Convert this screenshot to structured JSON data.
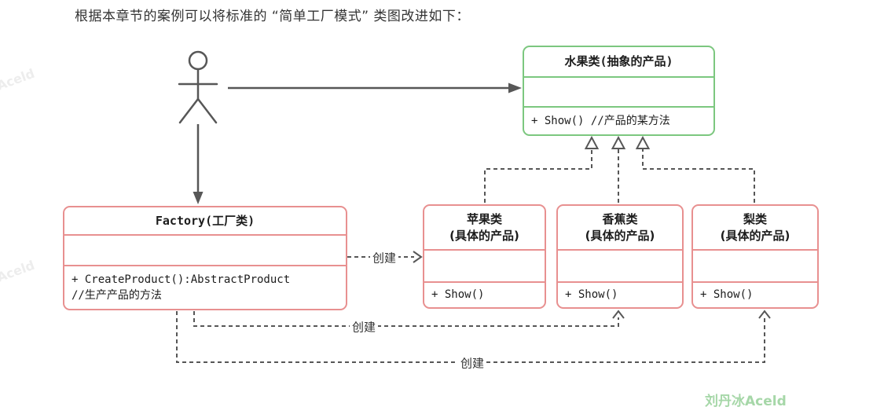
{
  "page": {
    "title": "根据本章节的案例可以将标准的 “简单工厂模式” 类图改进如下："
  },
  "colors": {
    "abstract_box_border": "#7cc77f",
    "concrete_box_border": "#e89090",
    "line_gray": "#575757",
    "watermark_green": "#a6d7a8",
    "watermark_faint": "#ededed"
  },
  "abstract_class": {
    "title": "水果类(抽象的产品)",
    "method": "+ Show() //产品的某方法"
  },
  "factory_class": {
    "title": "Factory(工厂类)",
    "method_line1": "+ CreateProduct():AbstractProduct",
    "method_line2": "//生产产品的方法"
  },
  "products": [
    {
      "title_line1": "苹果类",
      "title_line2": "(具体的产品)",
      "method": "+ Show()"
    },
    {
      "title_line1": "香蕉类",
      "title_line2": "(具体的产品)",
      "method": "+ Show()"
    },
    {
      "title_line1": "梨类",
      "title_line2": "(具体的产品)",
      "method": "+ Show()"
    }
  ],
  "labels": {
    "create": "创建"
  },
  "icons": {
    "actor": "stick-figure-actor",
    "solid_arrow": "filled-arrowhead",
    "realization_arrow": "hollow-triangle-arrowhead",
    "dependency_arrow": "open-dashed-arrowhead"
  },
  "watermark": {
    "text": "刘丹冰Aceld",
    "faint_text": "刘丹冰Aceld"
  }
}
